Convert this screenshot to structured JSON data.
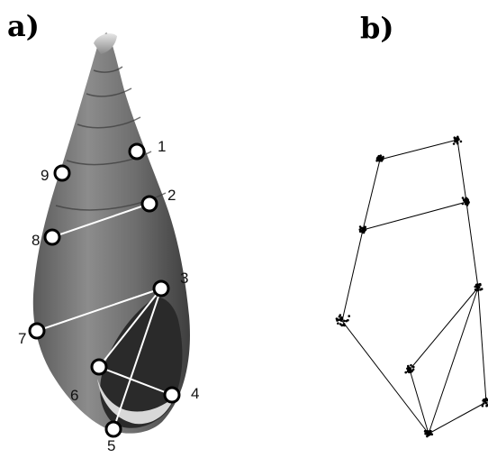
{
  "panels": {
    "a": {
      "label": "a)"
    },
    "b": {
      "label": "b)"
    }
  },
  "landmarks": [
    {
      "id": "1",
      "label": "1"
    },
    {
      "id": "2",
      "label": "2"
    },
    {
      "id": "3",
      "label": "3"
    },
    {
      "id": "4",
      "label": "4"
    },
    {
      "id": "5",
      "label": "5"
    },
    {
      "id": "6",
      "label": "6"
    },
    {
      "id": "7",
      "label": "7"
    },
    {
      "id": "8",
      "label": "8"
    },
    {
      "id": "9",
      "label": "9"
    }
  ],
  "connections_a": [
    [
      "2",
      "8"
    ],
    [
      "3",
      "7"
    ],
    [
      "3",
      "6"
    ],
    [
      "3",
      "5"
    ],
    [
      "6",
      "4"
    ]
  ],
  "connections_b": [
    [
      "9",
      "1"
    ],
    [
      "1",
      "2"
    ],
    [
      "9",
      "8"
    ],
    [
      "8",
      "2"
    ],
    [
      "8",
      "7"
    ],
    [
      "7",
      "5"
    ],
    [
      "5",
      "3"
    ],
    [
      "2",
      "3"
    ],
    [
      "5",
      "4"
    ],
    [
      "3",
      "6"
    ],
    [
      "6",
      "5"
    ],
    [
      "3",
      "4"
    ]
  ],
  "colors": {
    "shell_dark": "#4a4a4a",
    "shell_light": "#9a9a9a",
    "landmark_fill": "#ffffff",
    "ink": "#000000"
  }
}
